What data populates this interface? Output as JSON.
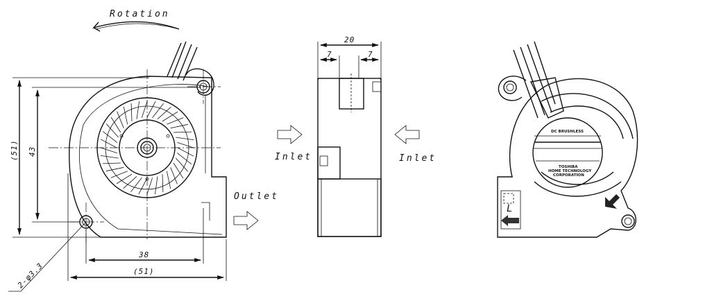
{
  "labels": {
    "rotation": "Rotation",
    "outlet": "Outlet",
    "inlet_left": "Inlet",
    "inlet_right": "Inlet"
  },
  "dimensions": {
    "front_height_outer": "(51)",
    "front_height_inner": "43",
    "front_width_holes": "38",
    "front_width_outer": "(51)",
    "hole_spec": "2-φ3.3",
    "side_width": "20",
    "side_left_offset": "7",
    "side_right_offset": "7"
  },
  "rear_label": {
    "line1": "DC BRUSHLESS",
    "line2": "TOSHIBA",
    "line3": "HOME TECHNOLOGY",
    "line4": "CORPORATION",
    "marking": "L"
  }
}
